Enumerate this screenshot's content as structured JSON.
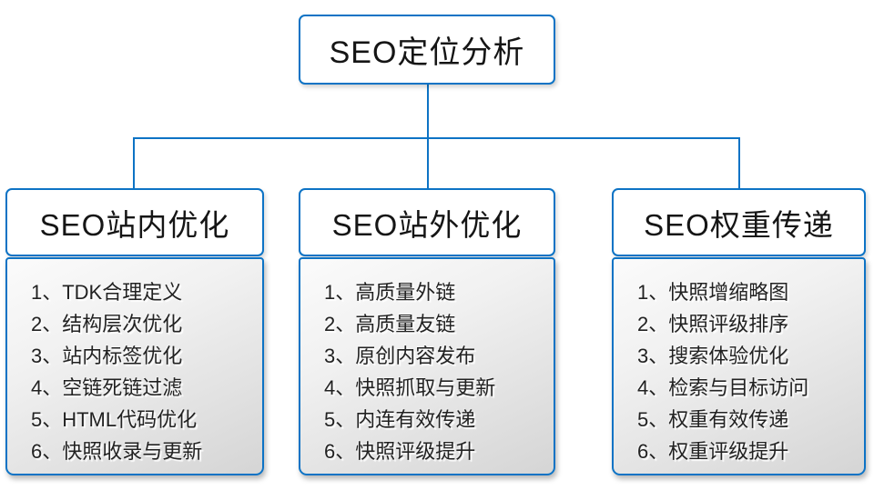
{
  "root": {
    "title": "SEO定位分析"
  },
  "columns": [
    {
      "title": "SEO站内优化",
      "items": [
        "1、TDK合理定义",
        "2、结构层次优化",
        "3、站内标签优化",
        "4、空链死链过滤",
        "5、HTML代码优化",
        "6、快照收录与更新"
      ]
    },
    {
      "title": "SEO站外优化",
      "items": [
        "1、高质量外链",
        "2、高质量友链",
        "3、原创内容发布",
        "4、快照抓取与更新",
        "5、内连有效传递",
        "6、快照评级提升"
      ]
    },
    {
      "title": "SEO权重传递",
      "items": [
        "1、快照增缩略图",
        "2、快照评级排序",
        "3、搜索体验优化",
        "4、检索与目标访问",
        "5、权重有效传递",
        "6、权重评级提升"
      ]
    }
  ],
  "colors": {
    "accent_blue": "#0d73c5",
    "body_gradient_top": "#fbfbfb",
    "body_gradient_bottom": "#d5d5d5",
    "text": "#222222"
  }
}
